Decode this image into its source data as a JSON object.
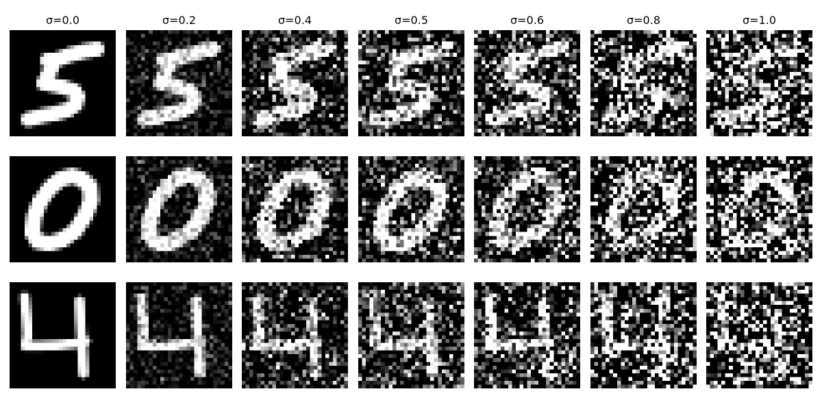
{
  "figure": {
    "columns": [
      {
        "label": "σ=0.0",
        "sigma": 0.0
      },
      {
        "label": "σ=0.2",
        "sigma": 0.2
      },
      {
        "label": "σ=0.4",
        "sigma": 0.4
      },
      {
        "label": "σ=0.5",
        "sigma": 0.5
      },
      {
        "label": "σ=0.6",
        "sigma": 0.6
      },
      {
        "label": "σ=0.8",
        "sigma": 0.8
      },
      {
        "label": "σ=1.0",
        "sigma": 1.0
      }
    ],
    "rows": [
      {
        "digit": "5"
      },
      {
        "digit": "0"
      },
      {
        "digit": "4"
      }
    ],
    "image_grid": 28,
    "colormap": "gray"
  }
}
